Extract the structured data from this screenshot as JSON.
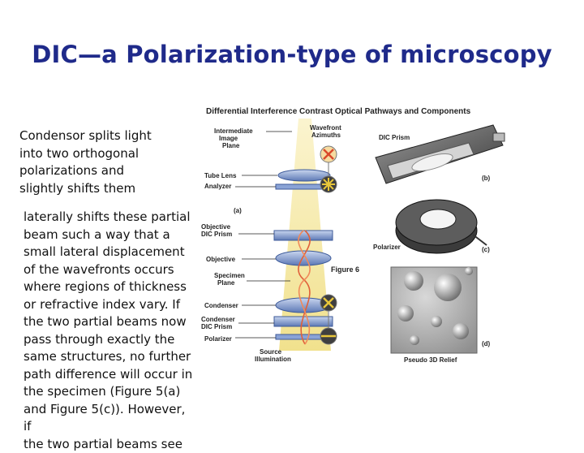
{
  "slide": {
    "title": "DIC—a Polarization-type of microscopy",
    "paragraph_1": "Condensor splits light\ninto two orthogonal\npolarizations and\nslightly shifts them",
    "paragraph_2": "laterally shifts these partial\nbeam such a way that a\nsmall lateral displacement\nof the wavefronts occurs\nwhere regions of thickness\nor refractive index vary. If\nthe two partial beams now\npass through exactly the\nsame structures, no further\npath difference will occur in\nthe specimen (Figure 5(a)\nand Figure 5(c)). However, if\nthe two partial beams see"
  },
  "figure": {
    "header": "Differential Interference Contrast Optical Pathways and Components",
    "labels": {
      "intermediate_image_plane": [
        "Intermediate",
        "Image",
        "Plane"
      ],
      "wavefront_azimuths": [
        "Wavefront",
        "Azimuths"
      ],
      "tube_lens": "Tube Lens",
      "analyzer": "Analyzer",
      "panel_a": "(a)",
      "objective_dic_prism": [
        "Objective",
        "DIC Prism"
      ],
      "objective": "Objective",
      "specimen_plane": [
        "Specimen",
        "Plane"
      ],
      "condenser": "Condenser",
      "condenser_dic_prism": [
        "Condenser",
        "DIC Prism"
      ],
      "polarizer_left": "Polarizer",
      "source_illumination": [
        "Source",
        "Illumination"
      ],
      "dic_prism": "DIC Prism",
      "panel_b": "(b)",
      "polarizer_right": "Polarizer",
      "panel_c": "(c)",
      "figure_caption": "Figure 6",
      "pseudo_3d_relief": "Pseudo 3D Relief",
      "panel_d": "(d)"
    },
    "colors": {
      "beam": "#f3e7a6",
      "lens": "#7f9ccf",
      "ray": "#e0603a",
      "icon_x": "#d9482b",
      "icon_star": "#e8c63a"
    }
  }
}
